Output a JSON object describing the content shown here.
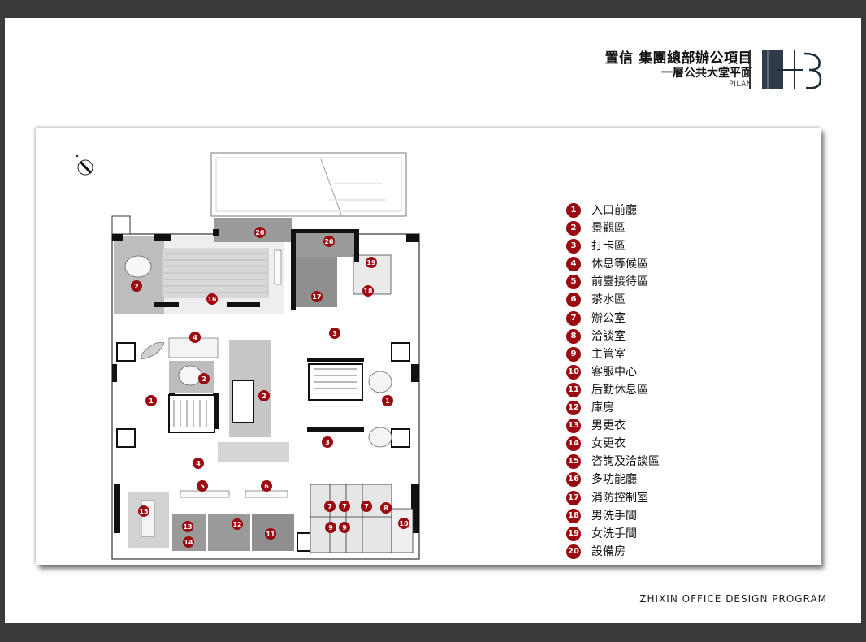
{
  "title": {
    "main": "置信 集團總部辦公項目",
    "sub": "一層公共大堂平面",
    "en": "PILAN",
    "logo": "H3"
  },
  "footer": "ZHIXIN OFFICE DESIGN PROGRAM",
  "accent_color": "#9a0a10",
  "legend": [
    {
      "num": "1",
      "label": "入口前廳"
    },
    {
      "num": "2",
      "label": "景觀區"
    },
    {
      "num": "3",
      "label": "打卡區"
    },
    {
      "num": "4",
      "label": "休息等候區"
    },
    {
      "num": "5",
      "label": "前臺接待區"
    },
    {
      "num": "6",
      "label": "茶水區"
    },
    {
      "num": "7",
      "label": "辦公室"
    },
    {
      "num": "8",
      "label": "洽談室"
    },
    {
      "num": "9",
      "label": "主管室"
    },
    {
      "num": "10",
      "label": "客服中心"
    },
    {
      "num": "11",
      "label": "后勤休息區"
    },
    {
      "num": "12",
      "label": "庫房"
    },
    {
      "num": "13",
      "label": "男更衣"
    },
    {
      "num": "14",
      "label": "女更衣"
    },
    {
      "num": "15",
      "label": "咨詢及洽談區"
    },
    {
      "num": "16",
      "label": "多功能廳"
    },
    {
      "num": "17",
      "label": "消防控制室"
    },
    {
      "num": "18",
      "label": "男洗手間"
    },
    {
      "num": "19",
      "label": "女洗手間"
    },
    {
      "num": "20",
      "label": "設備房"
    }
  ],
  "plan_markers": [
    "1",
    "1",
    "2",
    "2",
    "2",
    "3",
    "3",
    "4",
    "4",
    "5",
    "6",
    "7",
    "7",
    "7",
    "8",
    "9",
    "9",
    "10",
    "11",
    "12",
    "13",
    "14",
    "15",
    "16",
    "17",
    "18",
    "19",
    "20",
    "20"
  ]
}
